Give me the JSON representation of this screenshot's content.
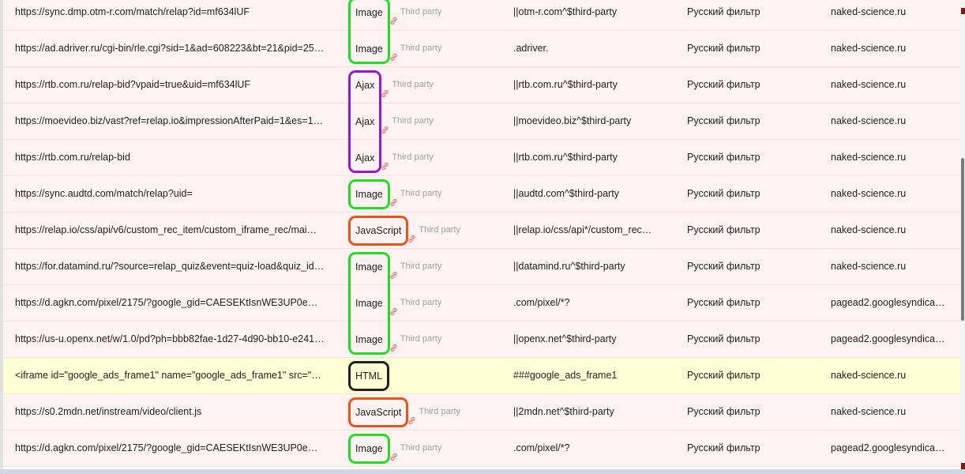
{
  "colors": {
    "image": "#22dd22",
    "ajax": "#9a18cc",
    "script": "#e85515",
    "html": "#222222",
    "row_bg": "#fff2f2",
    "html_row_bg": "#ffffd6",
    "link_icon": "#e07a7a"
  },
  "rows": [
    {
      "url": "https://sync.dmp.otm-r.com/match/relap?id=mf634lUF",
      "type": "Image",
      "party": "Third party",
      "rule": "||otm-r.com^$third-party",
      "filter": "Русский фильтр",
      "domain": "naked-science.ru"
    },
    {
      "url": "https://ad.adriver.ru/cgi-bin/rle.cgi?sid=1&ad=608223&bt=21&pid=25…",
      "type": "Image",
      "party": "Third party",
      "rule": ".adriver.",
      "filter": "Русский фильтр",
      "domain": "naked-science.ru"
    },
    {
      "url": "https://rtb.com.ru/relap-bid?vpaid=true&uid=mf634lUF",
      "type": "Ajax",
      "party": "Third party",
      "rule": "||rtb.com.ru^$third-party",
      "filter": "Русский фильтр",
      "domain": "naked-science.ru"
    },
    {
      "url": "https://moevideo.biz/vast?ref=relap.io&impressionAfterPaid=1&es=1…",
      "type": "Ajax",
      "party": "Third party",
      "rule": "||moevideo.biz^$third-party",
      "filter": "Русский фильтр",
      "domain": "naked-science.ru"
    },
    {
      "url": "https://rtb.com.ru/relap-bid",
      "type": "Ajax",
      "party": "Third party",
      "rule": "||rtb.com.ru^$third-party",
      "filter": "Русский фильтр",
      "domain": "naked-science.ru"
    },
    {
      "url": "https://sync.audtd.com/match/relap?uid=",
      "type": "Image",
      "party": "Third party",
      "rule": "||audtd.com^$third-party",
      "filter": "Русский фильтр",
      "domain": "naked-science.ru"
    },
    {
      "url": "https://relap.io/css/api/v6/custom_rec_item/custom_iframe_rec/mai…",
      "type": "JavaScript",
      "party": "Third party",
      "rule": "||relap.io/css/api*/custom_rec…",
      "filter": "Русский фильтр",
      "domain": "naked-science.ru"
    },
    {
      "url": "https://for.datamind.ru/?source=relap_quiz&event=quiz-load&quiz_id…",
      "type": "Image",
      "party": "Third party",
      "rule": "||datamind.ru^$third-party",
      "filter": "Русский фильтр",
      "domain": "naked-science.ru"
    },
    {
      "url": "https://d.agkn.com/pixel/2175/?google_gid=CAESEKtIsnWE3UP0e…",
      "type": "Image",
      "party": "Third party",
      "rule": ".com/pixel/*?",
      "filter": "Русский фильтр",
      "domain": "pagead2.googlesyndica…"
    },
    {
      "url": "https://us-u.openx.net/w/1.0/pd?ph=bbb82fae-1d27-4d90-bb10-e241…",
      "type": "Image",
      "party": "Third party",
      "rule": "||openx.net^$third-party",
      "filter": "Русский фильтр",
      "domain": "pagead2.googlesyndica…"
    },
    {
      "url": "<iframe id=\"google_ads_frame1\" name=\"google_ads_frame1\" src=\"…",
      "type": "HTML",
      "party": "",
      "rule": "###google_ads_frame1",
      "filter": "Русский фильтр",
      "domain": "naked-science.ru"
    },
    {
      "url": "https://s0.2mdn.net/instream/video/client.js",
      "type": "JavaScript",
      "party": "Third party",
      "rule": "||2mdn.net^$third-party",
      "filter": "Русский фильтр",
      "domain": "naked-science.ru"
    },
    {
      "url": "https://d.agkn.com/pixel/2175/?google_gid=CAESEKtIsnWE3UP0e…",
      "type": "Image",
      "party": "Third party",
      "rule": ".com/pixel/*?",
      "filter": "Русский фильтр",
      "domain": "pagead2.googlesyndica…"
    }
  ]
}
